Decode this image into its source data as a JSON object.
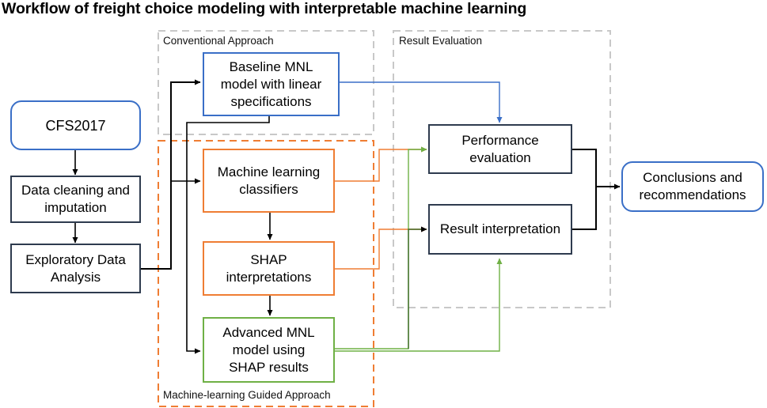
{
  "title": "Workflow of freight choice modeling with interpretable machine learning",
  "regions": {
    "conventional": "Conventional Approach",
    "evaluation": "Result Evaluation",
    "ml_guided": "Machine-learning Guided Approach"
  },
  "nodes": {
    "cfs2017": "CFS2017",
    "cleaning": "Data cleaning and\nimputation",
    "eda": "Exploratory Data\nAnalysis",
    "baseline": "Baseline MNL\nmodel with linear\nspecifications",
    "ml": "Machine learning\nclassifiers",
    "shap": "SHAP\ninterpretations",
    "advanced": "Advanced MNL\nmodel using\nSHAP results",
    "performance": "Performance\nevaluation",
    "interpretation": "Result interpretation",
    "conclusions": "Conclusions and\nrecommendations"
  },
  "colors": {
    "navy": "#2e3b4e",
    "blue": "#3a6fc7",
    "orange": "#ef7d33",
    "green": "#6fb045",
    "gray_dash": "#c8c8c8"
  }
}
